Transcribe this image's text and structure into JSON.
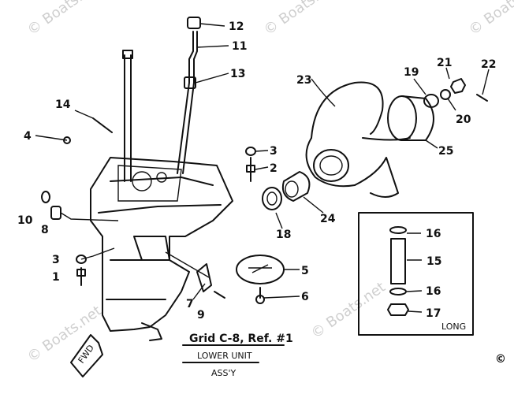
{
  "watermark": "© Boats.net",
  "callouts": {
    "c1": "1",
    "c2": "2",
    "c3a": "3",
    "c3b": "3",
    "c4": "4",
    "c5": "5",
    "c6": "6",
    "c7": "7",
    "c8": "8",
    "c9": "9",
    "c10": "10",
    "c11": "11",
    "c12": "12",
    "c13": "13",
    "c14": "14",
    "c15": "15",
    "c16a": "16",
    "c16b": "16",
    "c17": "17",
    "c18": "18",
    "c19": "19",
    "c20": "20",
    "c21": "21",
    "c22": "22",
    "c23": "23",
    "c24": "24",
    "c25": "25"
  },
  "inset_label": "LONG",
  "reference": "Grid C-8, Ref. #1",
  "caption_line1": "LOWER UNIT",
  "caption_line2": "ASS'Y",
  "fwd_label": "FWD",
  "copyright": "©"
}
